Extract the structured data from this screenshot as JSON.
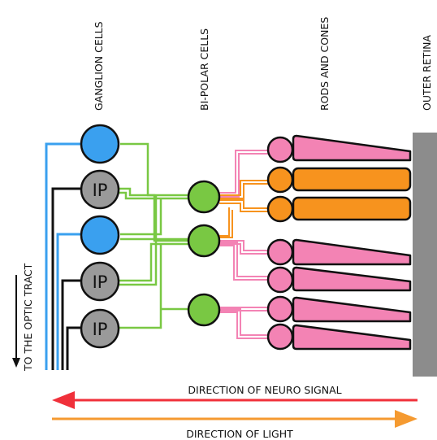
{
  "labels": {
    "ganglion_cells": "GANGLION CELLS",
    "bipolar_cells": "BI-POLAR CELLS",
    "rods_and_cones": "RODS AND CONES",
    "outer_retina": "OUTER RETINA",
    "to_optic_tract": "TO THE OPTIC TRACT",
    "neuro_signal": "DIRECTION OF NEURO SIGNAL",
    "light": "DIRECTION OF LIGHT"
  },
  "ganglion_cells": [
    {
      "type": "ganglion",
      "label": ""
    },
    {
      "type": "ip",
      "label": "IP"
    },
    {
      "type": "ganglion",
      "label": ""
    },
    {
      "type": "ip",
      "label": "IP"
    },
    {
      "type": "ip",
      "label": "IP"
    }
  ],
  "photoreceptors": [
    "rod",
    "cone",
    "cone",
    "rod",
    "rod",
    "rod",
    "rod"
  ],
  "colors": {
    "ganglion": "#3aa0ef",
    "ip": "#9a9a9a",
    "bipolar": "#79c843",
    "rod": "#f383b4",
    "cone": "#f7931e",
    "neuro_signal_arrow": "#f0303a",
    "light_arrow": "#f59a30",
    "retina_wall": "#8c8c8c"
  }
}
